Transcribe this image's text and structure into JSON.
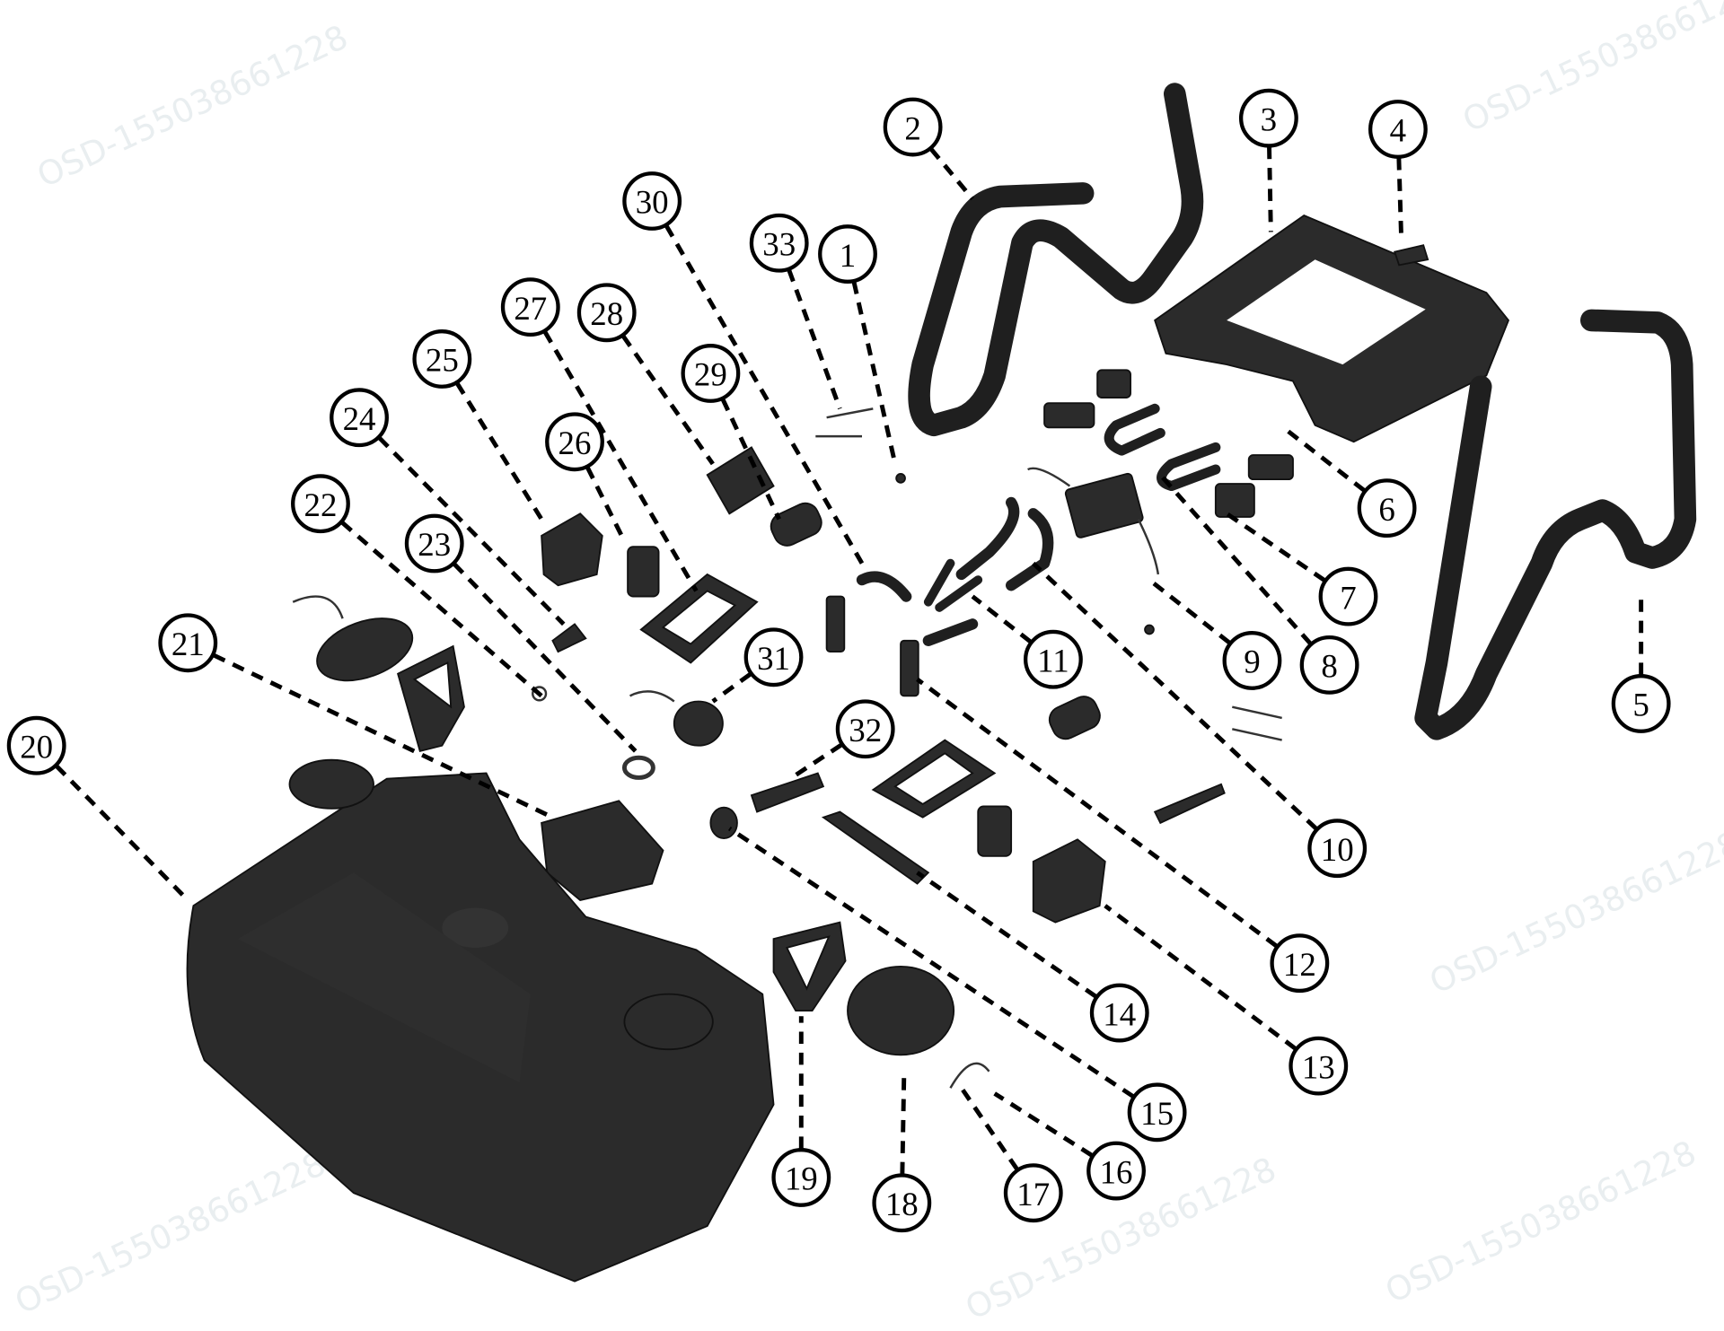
{
  "diagram": {
    "title": "Exploded parts view - spray tank assembly",
    "watermark": "OSD-155038661228",
    "callouts": [
      "1",
      "2",
      "3",
      "4",
      "5",
      "6",
      "7",
      "8",
      "9",
      "10",
      "11",
      "12",
      "13",
      "14",
      "15",
      "16",
      "17",
      "18",
      "19",
      "20",
      "21",
      "22",
      "23",
      "24",
      "25",
      "26",
      "27",
      "28",
      "29",
      "30",
      "31",
      "32",
      "33"
    ]
  }
}
